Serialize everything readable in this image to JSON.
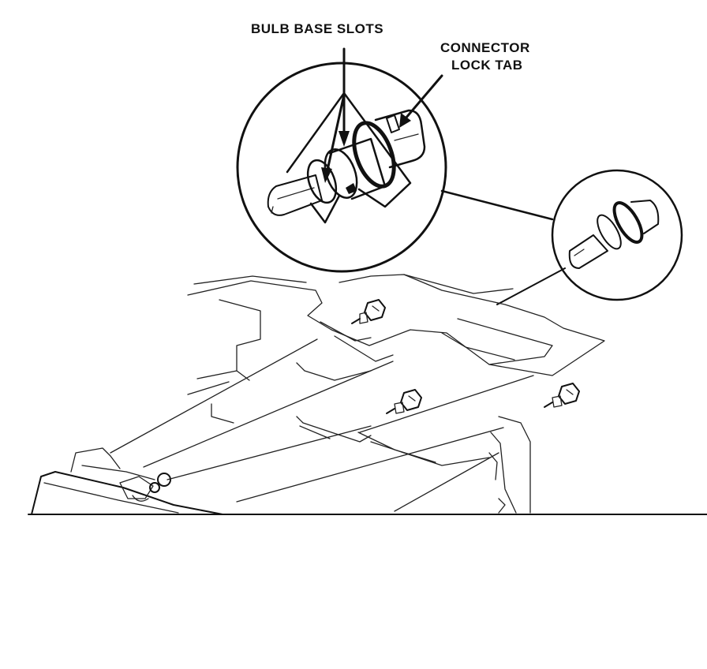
{
  "labels": {
    "bulb_base_slots": "BULB BASE SLOTS",
    "connector_line1": "CONNECTOR",
    "connector_line2": "LOCK TAB"
  },
  "colors": {
    "ink": "#111111",
    "background": "#ffffff"
  }
}
